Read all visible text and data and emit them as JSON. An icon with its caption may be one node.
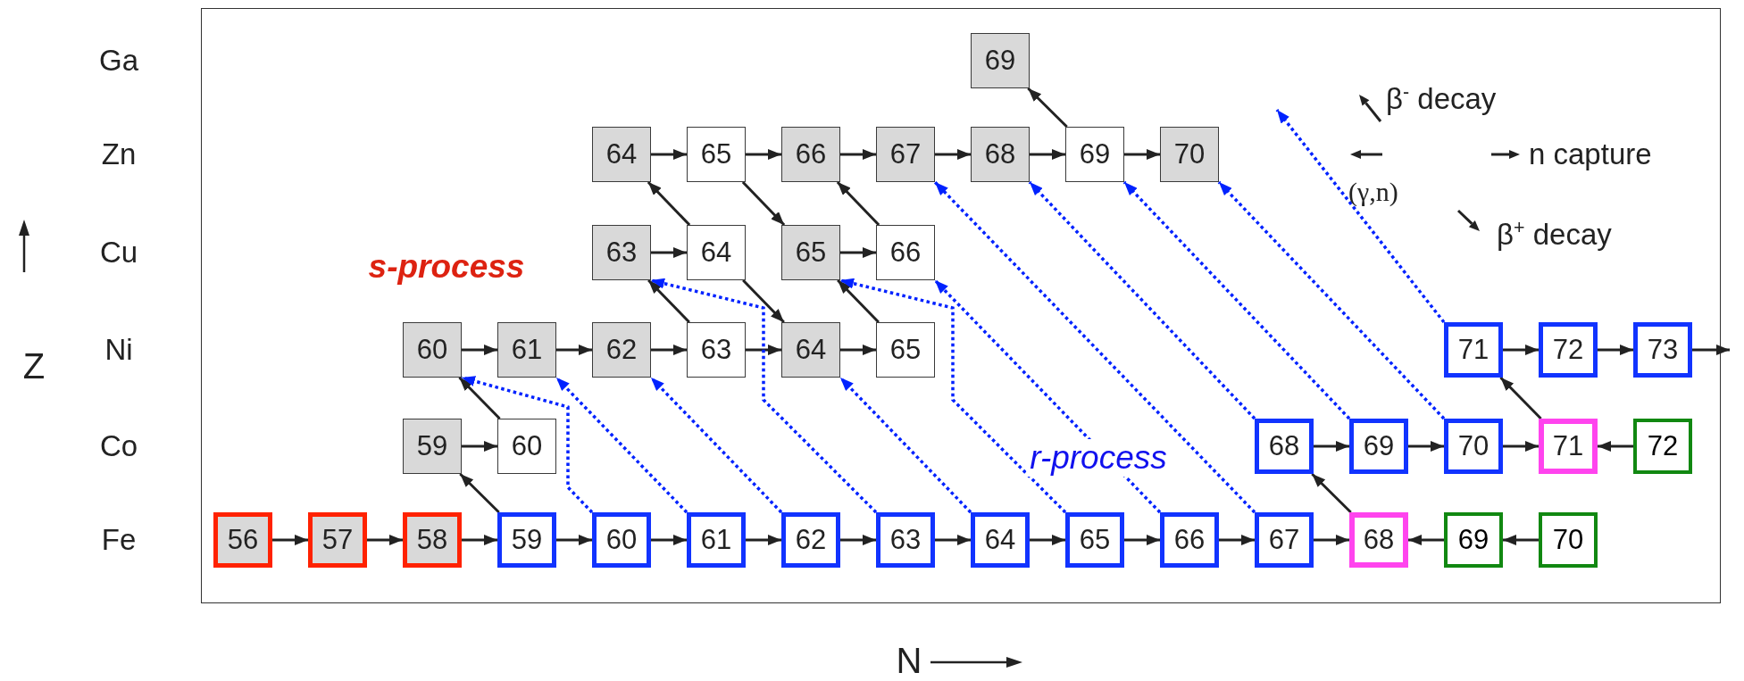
{
  "diagram": {
    "nodes": [
      {
        "text": [
          "69"
        ]
      },
      {
        "text": [
          "64"
        ]
      },
      {
        "text": [
          "65"
        ]
      },
      {
        "text": [
          "66"
        ]
      },
      {
        "text": [
          "67"
        ]
      },
      {
        "text": [
          "68"
        ]
      },
      {
        "text": [
          "69"
        ]
      },
      {
        "text": [
          "70"
        ]
      },
      {
        "text": [
          "63"
        ]
      },
      {
        "text": [
          "64"
        ]
      },
      {
        "text": [
          "65"
        ]
      },
      {
        "text": [
          "66"
        ]
      },
      {
        "text": [
          "60"
        ]
      },
      {
        "text": [
          "61"
        ]
      },
      {
        "text": [
          "62"
        ]
      },
      {
        "text": [
          "63"
        ]
      },
      {
        "text": [
          "64"
        ]
      },
      {
        "text": [
          "65"
        ]
      },
      {
        "text": [
          "71"
        ]
      },
      {
        "text": [
          "72"
        ]
      },
      {
        "text": [
          "73"
        ]
      },
      {
        "text": [
          "59"
        ]
      },
      {
        "text": [
          "60"
        ]
      },
      {
        "text": [
          "68"
        ]
      },
      {
        "text": [
          "69"
        ]
      },
      {
        "text": [
          "70"
        ]
      },
      {
        "text": [
          "71"
        ]
      },
      {
        "text": [
          "72"
        ]
      },
      {
        "text": [
          "56"
        ]
      },
      {
        "text": [
          "57"
        ]
      },
      {
        "text": [
          "58"
        ]
      },
      {
        "text": [
          "59"
        ]
      },
      {
        "text": [
          "60"
        ]
      },
      {
        "text": [
          "61"
        ]
      },
      {
        "text": [
          "62"
        ]
      },
      {
        "text": [
          "63"
        ]
      },
      {
        "text": [
          "64"
        ]
      },
      {
        "text": [
          "65"
        ]
      },
      {
        "text": [
          "66"
        ]
      },
      {
        "text": [
          "67"
        ]
      },
      {
        "text": [
          "68"
        ]
      },
      {
        "text": [
          "69"
        ]
      },
      {
        "text": [
          "70"
        ]
      }
    ],
    "edges": [
      {
        "from": 1,
        "to": 2,
        "arrow": "to"
      },
      {
        "from": 2,
        "to": 3,
        "arrow": "to"
      },
      {
        "from": 3,
        "to": 4,
        "arrow": "to"
      },
      {
        "from": 4,
        "to": 5,
        "arrow": "to"
      },
      {
        "from": 5,
        "to": 6,
        "arrow": "to"
      },
      {
        "from": 6,
        "to": 7,
        "arrow": "to"
      },
      {
        "from": 6,
        "to": 0,
        "arrow": "to"
      },
      {
        "from": 8,
        "to": 9,
        "arrow": "to"
      },
      {
        "from": 10,
        "to": 11,
        "arrow": "to"
      },
      {
        "from": 9,
        "to": 1,
        "arrow": "to"
      },
      {
        "from": 2,
        "to": 10,
        "arrow": "to"
      },
      {
        "from": 11,
        "to": 3,
        "arrow": "to"
      },
      {
        "from": 12,
        "to": 13,
        "arrow": "to"
      },
      {
        "from": 13,
        "to": 14,
        "arrow": "to"
      },
      {
        "from": 14,
        "to": 15,
        "arrow": "to"
      },
      {
        "from": 15,
        "to": 16,
        "arrow": "to"
      },
      {
        "from": 16,
        "to": 17,
        "arrow": "to"
      },
      {
        "from": 15,
        "to": 8,
        "arrow": "to"
      },
      {
        "from": 9,
        "to": 16,
        "arrow": "to"
      },
      {
        "from": 17,
        "to": 10,
        "arrow": "to"
      },
      {
        "from": 21,
        "to": 22,
        "arrow": "to"
      },
      {
        "from": 22,
        "to": 12,
        "arrow": "to"
      },
      {
        "from": 31,
        "to": 21,
        "arrow": "to"
      },
      {
        "from": 18,
        "to": 19,
        "arrow": "to"
      },
      {
        "from": 19,
        "to": 20,
        "arrow": "to"
      },
      {
        "from": 20,
        "to": null,
        "arrow": "to"
      },
      {
        "from": 23,
        "to": 24,
        "arrow": "to"
      },
      {
        "from": 24,
        "to": 25,
        "arrow": "to"
      },
      {
        "from": 25,
        "to": 26,
        "arrow": "to"
      },
      {
        "from": 27,
        "to": 26,
        "arrow": "to"
      },
      {
        "from": 26,
        "to": 18,
        "arrow": "to"
      },
      {
        "from": 28,
        "to": 29,
        "arrow": "to"
      },
      {
        "from": 29,
        "to": 30,
        "arrow": "to"
      },
      {
        "from": 30,
        "to": 31,
        "arrow": "to"
      },
      {
        "from": 31,
        "to": 32,
        "arrow": "to"
      },
      {
        "from": 32,
        "to": 33,
        "arrow": "to"
      },
      {
        "from": 33,
        "to": 34,
        "arrow": "to"
      },
      {
        "from": 34,
        "to": 35,
        "arrow": "to"
      },
      {
        "from": 35,
        "to": 36,
        "arrow": "to"
      },
      {
        "from": 36,
        "to": 37,
        "arrow": "to"
      },
      {
        "from": 37,
        "to": 38,
        "arrow": "to"
      },
      {
        "from": 38,
        "to": 39,
        "arrow": "to"
      },
      {
        "from": 39,
        "to": 40,
        "arrow": "to"
      },
      {
        "from": 41,
        "to": 40,
        "arrow": "to"
      },
      {
        "from": 42,
        "to": 41,
        "arrow": "to"
      },
      {
        "from": 40,
        "to": 23,
        "arrow": "to"
      },
      {
        "from": 32,
        "to": 12,
        "arrow": "to",
        "style": "dashed",
        "color": "#0022ff"
      },
      {
        "from": 33,
        "to": 13,
        "arrow": "to",
        "style": "dashed",
        "color": "#0022ff"
      },
      {
        "from": 34,
        "to": 14,
        "arrow": "to",
        "style": "dashed",
        "color": "#0022ff"
      },
      {
        "from": 35,
        "to": 8,
        "arrow": "to",
        "style": "dashed",
        "color": "#0022ff"
      },
      {
        "from": 36,
        "to": 16,
        "arrow": "to",
        "style": "dashed",
        "color": "#0022ff"
      },
      {
        "from": 37,
        "to": 10,
        "arrow": "to",
        "style": "dashed",
        "color": "#0022ff"
      },
      {
        "from": 38,
        "to": 11,
        "arrow": "to",
        "style": "dashed",
        "color": "#0022ff"
      },
      {
        "from": 39,
        "to": 4,
        "arrow": "to",
        "style": "dashed",
        "color": "#0022ff"
      },
      {
        "from": 23,
        "to": 5,
        "arrow": "to",
        "style": "dashed",
        "color": "#0022ff"
      },
      {
        "from": 24,
        "to": 6,
        "arrow": "to",
        "style": "dashed",
        "color": "#0022ff"
      },
      {
        "from": 25,
        "to": 7,
        "arrow": "to",
        "style": "dashed",
        "color": "#0022ff"
      },
      {
        "from": 18,
        "to": null,
        "arrow": "to",
        "style": "dashed",
        "color": "#0022ff"
      }
    ],
    "labels": [
      "Ga",
      "Zn",
      "Cu",
      "Ni",
      "Co",
      "Fe",
      "s-process",
      "r-process",
      "Z",
      "N"
    ],
    "legend": [
      {
        "text": "β$^{-}$ decay"
      },
      {
        "text": "(γ,n)"
      },
      {
        "text": "n capture"
      },
      {
        "text": "β$^{+}$ decay"
      }
    ]
  }
}
